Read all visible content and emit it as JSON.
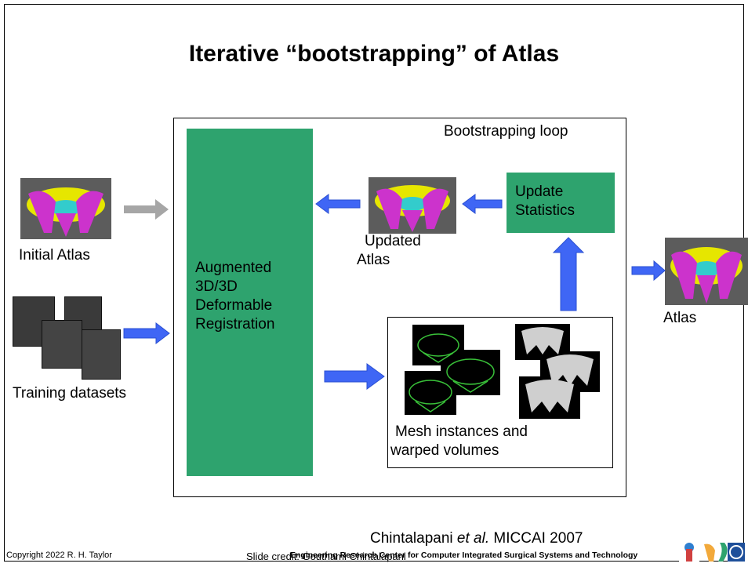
{
  "slide": {
    "title": "Iterative “bootstrapping” of Atlas",
    "loop_label": "Bootstrapping loop",
    "registration_label": [
      "Augmented",
      "3D/3D",
      "Deformable",
      "Registration"
    ],
    "update_label": [
      "Update",
      "Statistics"
    ],
    "updated_atlas_label": [
      "Updated",
      "Atlas"
    ],
    "initial_atlas_label": "Initial Atlas",
    "training_label": "Training datasets",
    "atlas_output_label": "Atlas",
    "mesh_label": [
      "Mesh instances and",
      "warped volumes"
    ],
    "citation_author": "Chintalapani ",
    "citation_etal": "et al.",
    "citation_venue": " MICCAI 2007"
  },
  "footer": {
    "copyright": "Copyright 2022 R. H. Taylor",
    "credit_prefix": "Slide cre",
    "credit_overlap": "dit: Gouthami Chintalapani",
    "erc_text": "Engineering Research Center for Computer Integrated Surgical Systems and Technology"
  },
  "colors": {
    "green": "#2ea36e",
    "arrow_blue": "#3f66f5",
    "arrow_gray": "#a6a6a6"
  },
  "icons": [
    "pelvis-atlas-image",
    "ct-slice-image",
    "mesh-pelvis-image",
    "volume-slice-image",
    "erc-logo"
  ]
}
